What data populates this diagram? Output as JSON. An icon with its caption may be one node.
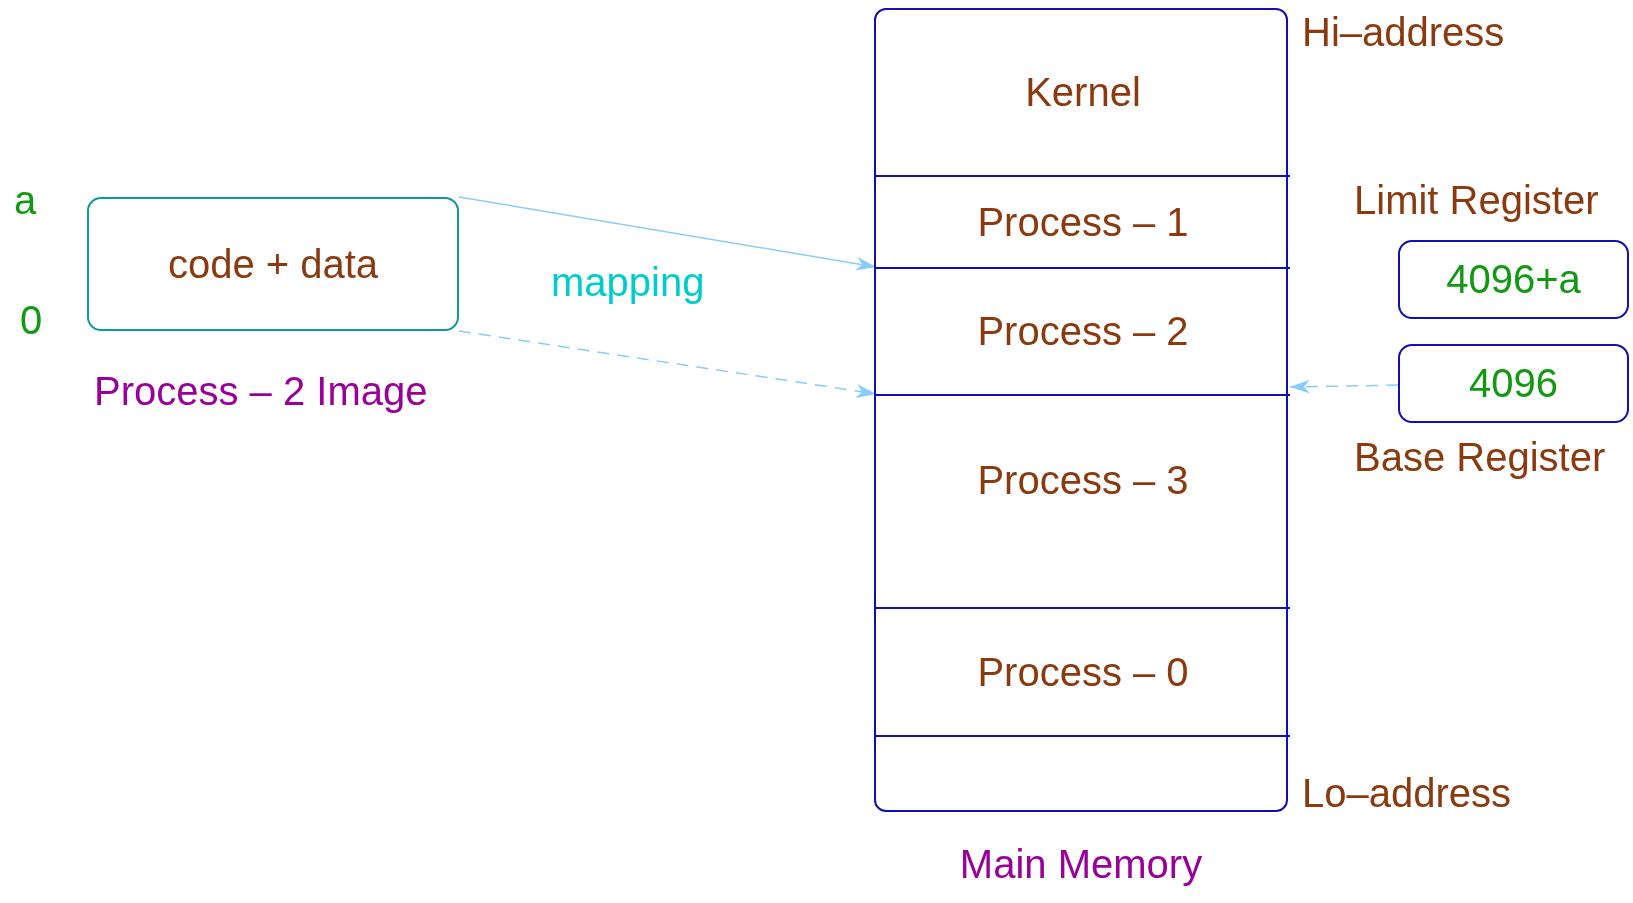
{
  "diagram": {
    "nodes": [
      {
        "text": [
          "Main Memory"
        ],
        "beside": [
          "Hi–address",
          "Lo–address"
        ]
      },
      {
        "text": [
          "Kernel"
        ],
        "in": 0
      },
      {
        "text": [
          "Process – 1"
        ],
        "in": 0
      },
      {
        "text": [
          "Process – 2"
        ],
        "in": 0
      },
      {
        "text": [
          "Process – 3"
        ],
        "in": 0
      },
      {
        "text": [
          "Process – 0"
        ],
        "in": 0
      },
      {
        "text": [],
        "shape": "box",
        "in": 0
      },
      {
        "text": [
          "code + data"
        ],
        "beside": [
          "a",
          "0",
          "Process – 2 Image"
        ]
      },
      {
        "text": [
          "4096+a"
        ],
        "beside": [
          "Limit Register"
        ]
      },
      {
        "text": [
          "4096"
        ],
        "beside": [
          "Base Register"
        ]
      }
    ],
    "edges": [
      {
        "from": 7,
        "to": 3,
        "arrow": "to"
      },
      {
        "from": 7,
        "to": 3,
        "arrow": "to",
        "style": "dashed"
      },
      {
        "from": 9,
        "to": 3,
        "arrow": "to",
        "style": "dashed"
      }
    ],
    "labels": [
      "mapping"
    ]
  }
}
